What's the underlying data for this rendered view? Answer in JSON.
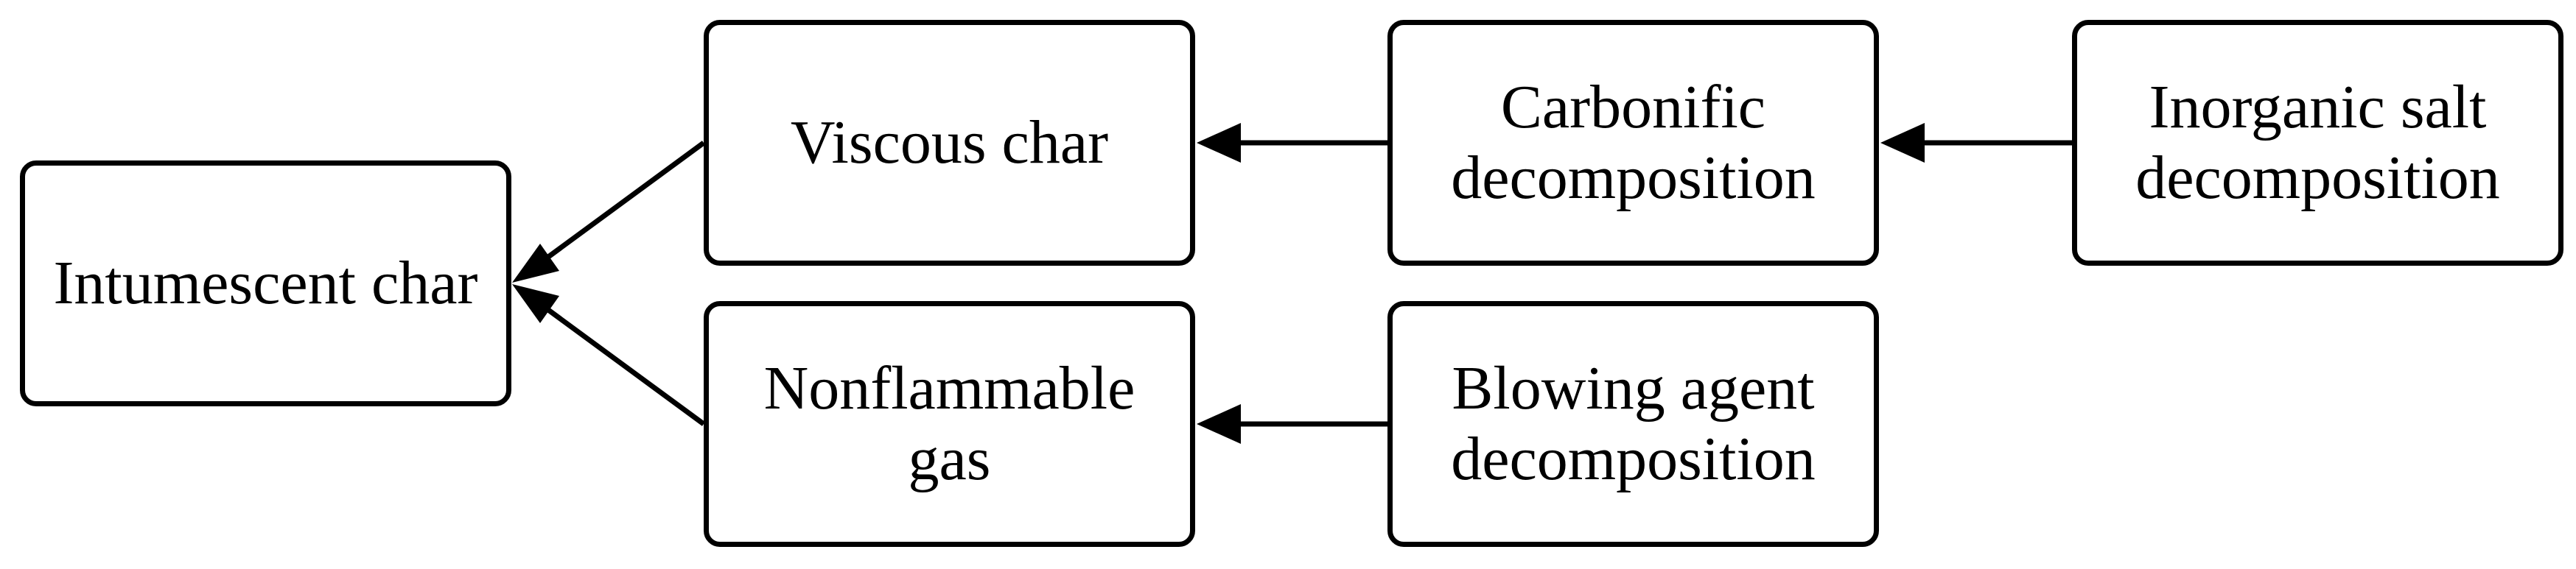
{
  "nodes": {
    "intumescent_char": {
      "line1": "Intumescent char",
      "line2": ""
    },
    "viscous_char": {
      "line1": "Viscous char",
      "line2": ""
    },
    "nonflammable_gas": {
      "line1": "Nonflammable",
      "line2": "gas"
    },
    "carbonific_decomposition": {
      "line1": "Carbonific",
      "line2": "decomposition"
    },
    "blowing_agent_decomposition": {
      "line1": "Blowing agent",
      "line2": "decomposition"
    },
    "inorganic_salt_decomposition": {
      "line1": "Inorganic salt",
      "line2": "decomposition"
    }
  },
  "edges": [
    {
      "from": "Inorganic salt decomposition",
      "to": "Carbonific decomposition"
    },
    {
      "from": "Carbonific decomposition",
      "to": "Viscous char"
    },
    {
      "from": "Blowing agent decomposition",
      "to": "Nonflammable gas"
    },
    {
      "from": "Viscous char",
      "to": "Intumescent char"
    },
    {
      "from": "Nonflammable gas",
      "to": "Intumescent char"
    }
  ],
  "colors": {
    "stroke": "#000000",
    "background": "#ffffff"
  }
}
